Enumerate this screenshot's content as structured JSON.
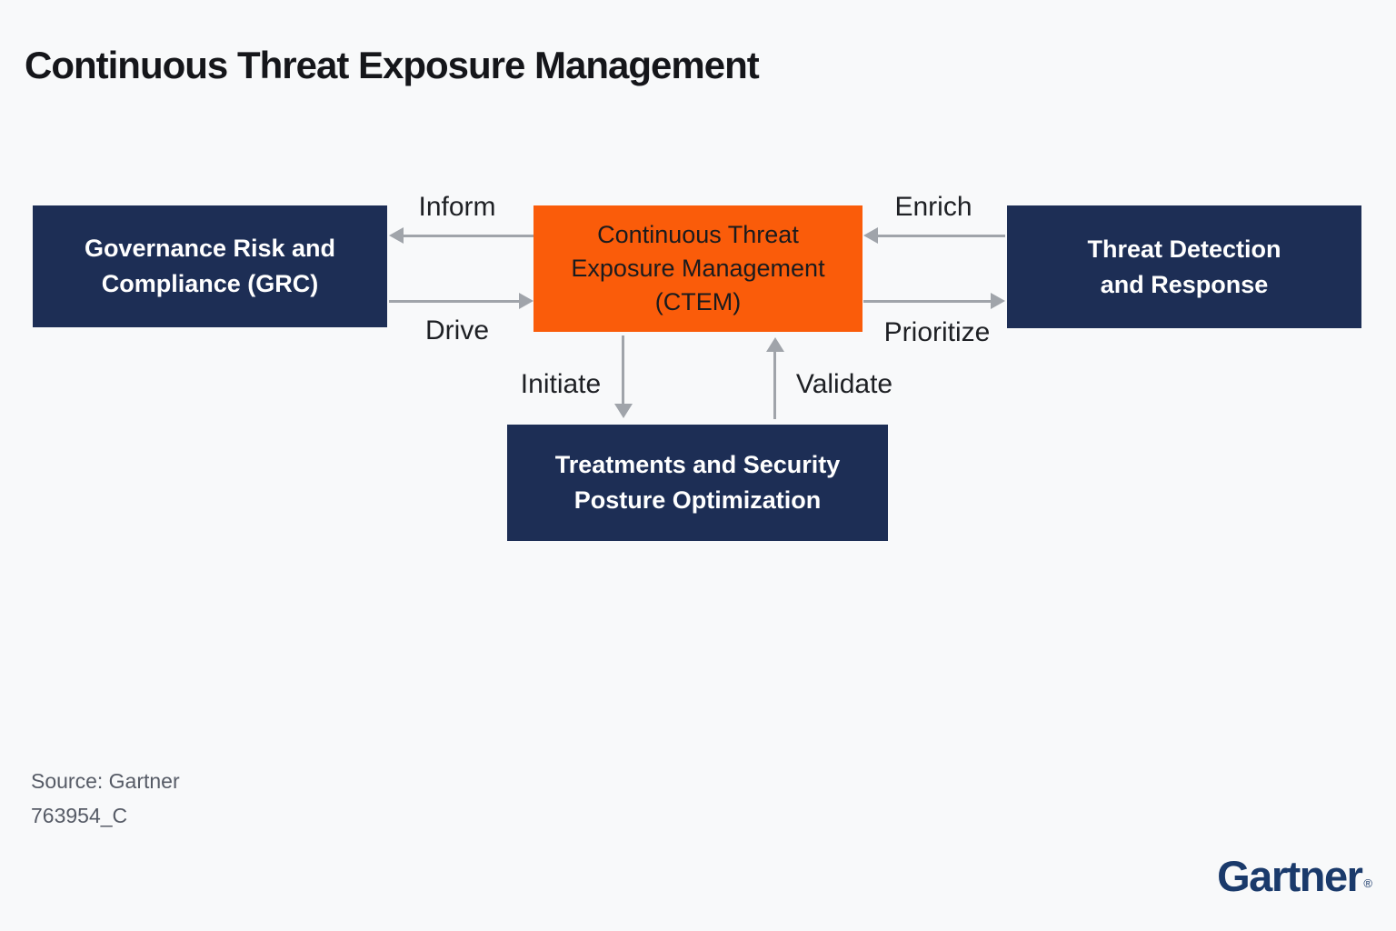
{
  "title": "Continuous Threat Exposure Management",
  "colors": {
    "navy": "#1d2e55",
    "orange": "#fa5c0a",
    "arrow_gray": "#a0a4aa",
    "background": "#f8f9fa",
    "logo_navy": "#1a3a6b"
  },
  "boxes": {
    "grc": {
      "lines": [
        "Governance Risk and",
        "Compliance (GRC)"
      ]
    },
    "ctem": {
      "lines": [
        "Continuous Threat",
        "Exposure Management",
        "(CTEM)"
      ]
    },
    "tdr": {
      "lines": [
        "Threat Detection",
        "and Response"
      ]
    },
    "treatments": {
      "lines": [
        "Treatments and Security",
        "Posture Optimization"
      ]
    }
  },
  "arrows": [
    {
      "label": "Inform",
      "from": "CTEM",
      "to": "GRC"
    },
    {
      "label": "Drive",
      "from": "GRC",
      "to": "CTEM"
    },
    {
      "label": "Enrich",
      "from": "TDR",
      "to": "CTEM"
    },
    {
      "label": "Prioritize",
      "from": "CTEM",
      "to": "TDR"
    },
    {
      "label": "Initiate",
      "from": "CTEM",
      "to": "Treatments"
    },
    {
      "label": "Validate",
      "from": "Treatments",
      "to": "CTEM"
    }
  ],
  "footer": {
    "source": "Source: Gartner",
    "figure_id": "763954_C"
  },
  "logo": {
    "text": "Gartner",
    "registered": "®"
  }
}
